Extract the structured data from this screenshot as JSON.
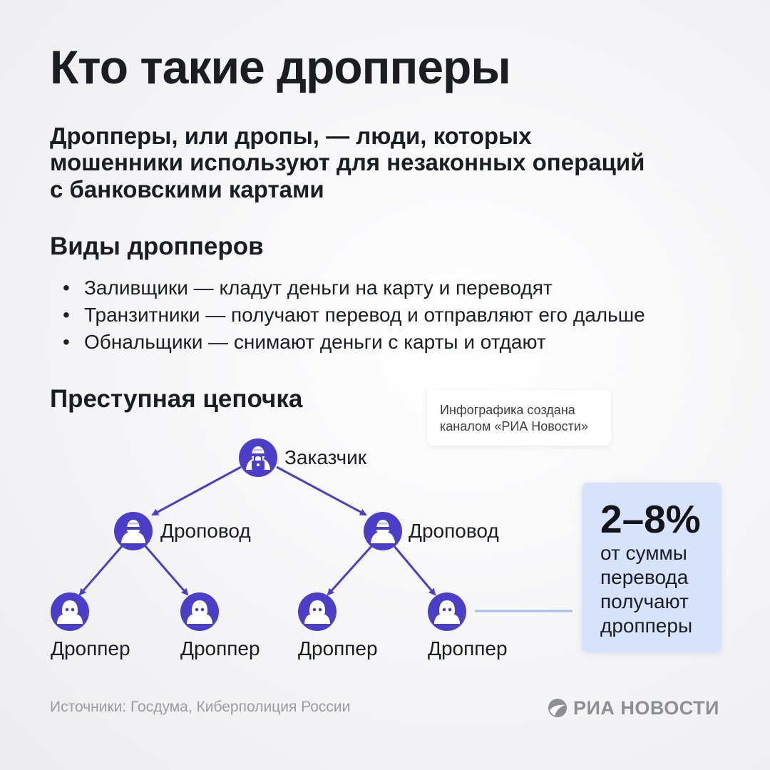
{
  "title": "Кто такие дропперы",
  "lead": [
    "Дропперы, или дропы, — люди, которых",
    "мошенники используют для незаконных операций",
    "с банковскими картами"
  ],
  "types": {
    "heading": "Виды дропперов",
    "items": [
      "Заливщики — кладут деньги на карту и переводят",
      "Транзитники — получают перевод и отправляют его дальше",
      "Обнальщики — снимают деньги с карты и отдают"
    ]
  },
  "chain": {
    "heading": "Преступная цепочка",
    "credit": [
      "Инфографика создана",
      "каналом «РИА Новости»"
    ],
    "nodes": {
      "customer": "Заказчик",
      "dropovod_1": "Дроповод",
      "dropovod_2": "Дроповод",
      "dropper_1": "Дроппер",
      "dropper_2": "Дроппер",
      "dropper_3": "Дроппер",
      "dropper_4": "Дроппер"
    },
    "colors": {
      "node": "#4b3fc9",
      "arrow": "#4b3fc9",
      "connector": "#a9bde9"
    }
  },
  "stat": {
    "value": "2–8%",
    "text": [
      "от суммы",
      "перевода",
      "получают",
      "дропперы"
    ]
  },
  "sources": "Источники: Госдума, Киберполиция России",
  "brand": {
    "text": "РИА НОВОСТИ",
    "icon": "ria-logo-icon",
    "color": "#8e8f95"
  }
}
